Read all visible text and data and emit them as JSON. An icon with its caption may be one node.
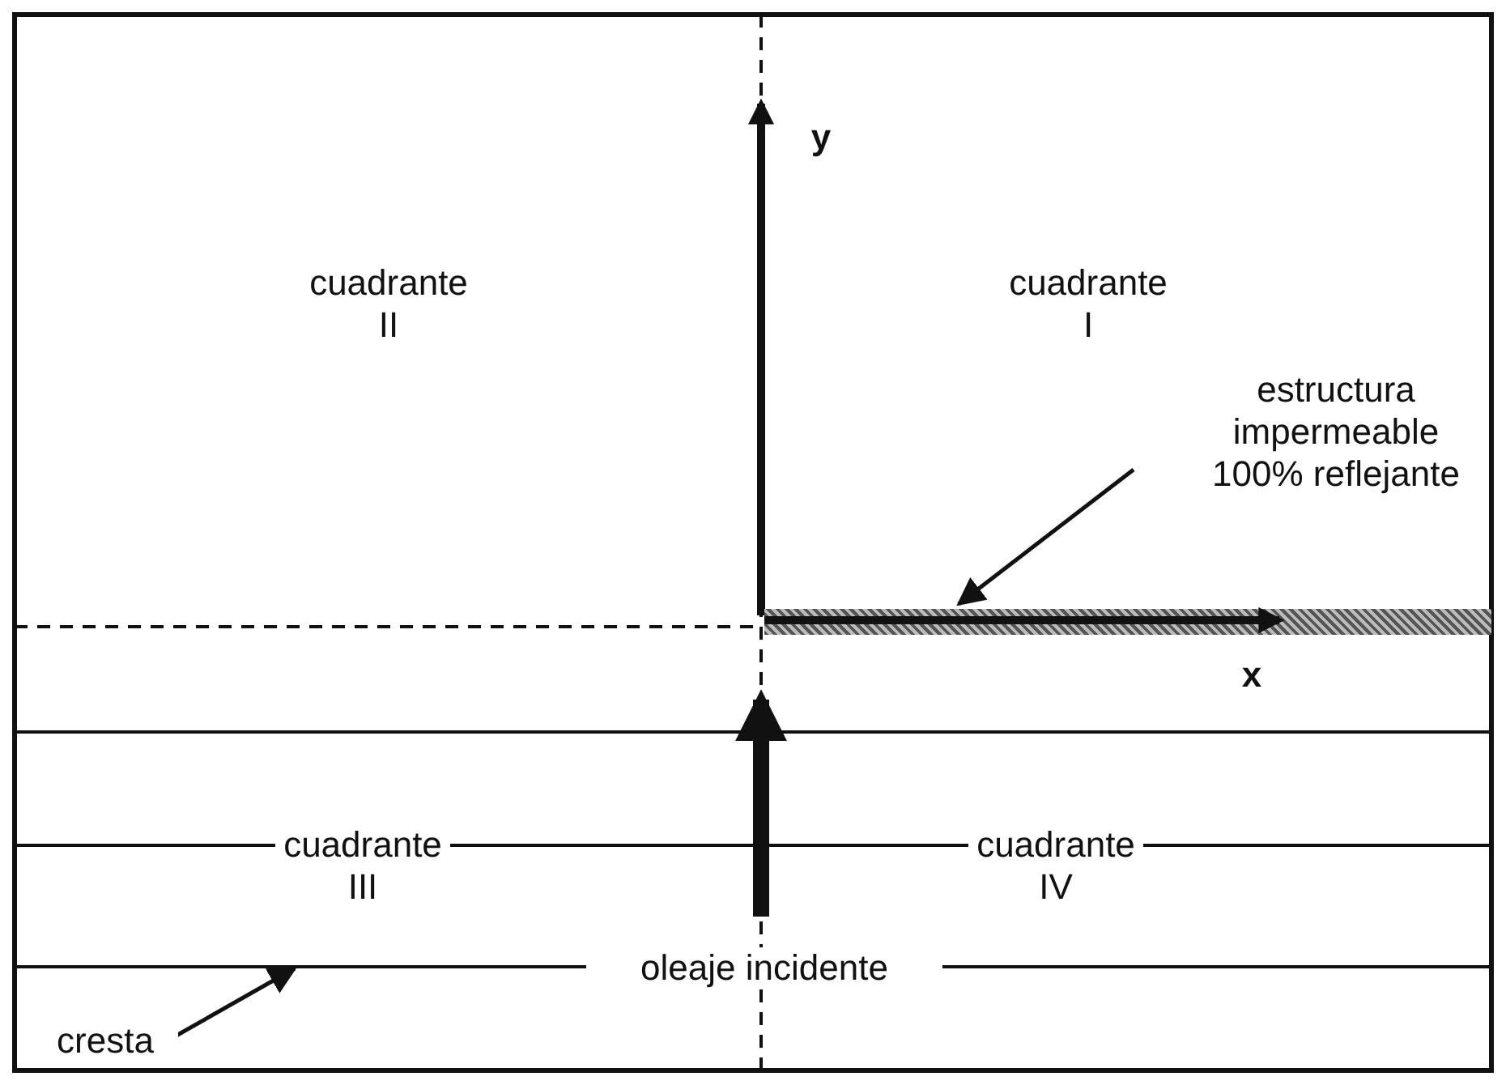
{
  "diagram": {
    "nodes": [
      {
        "text": [
          "estructura impermeable 100% reflejante"
        ]
      },
      {
        "text": [],
        "shape": "bar"
      },
      {
        "text": [
          "cresta"
        ]
      },
      {
        "text": [],
        "shape": "line"
      }
    ],
    "edges": [
      {
        "from": 0,
        "to": 1,
        "arrow": "to"
      },
      {
        "from": 2,
        "to": 3,
        "arrow": "to"
      }
    ],
    "labels": [
      "y",
      "cuadrante II",
      "cuadrante I",
      "x",
      "cuadrante III",
      "cuadrante IV",
      "oleaje incidente"
    ]
  }
}
